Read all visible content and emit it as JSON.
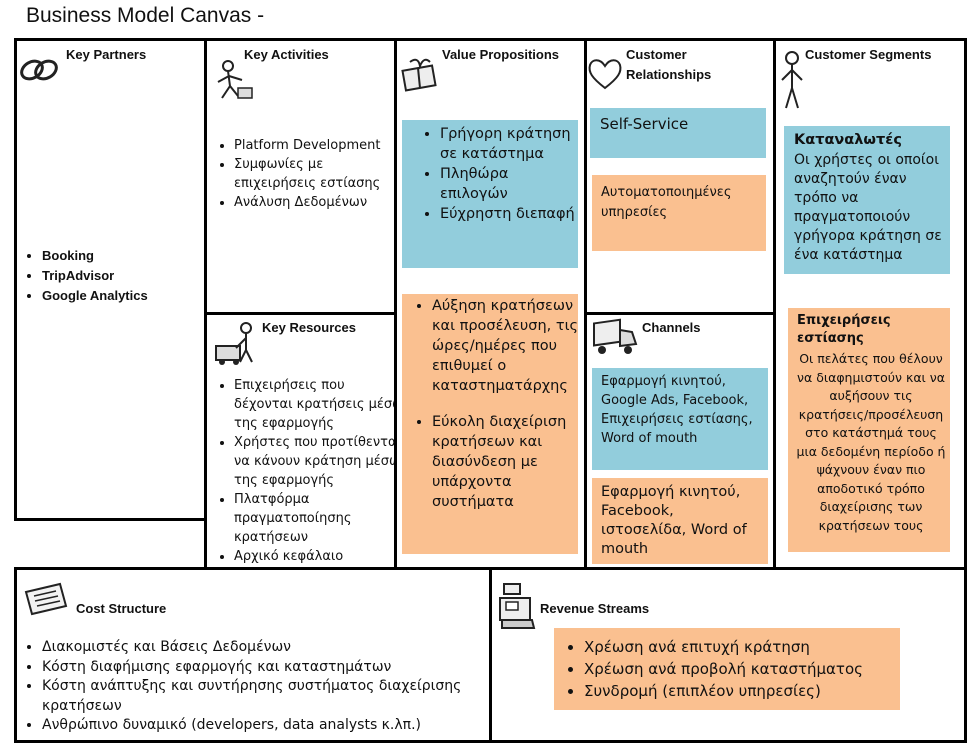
{
  "title": "Business Model Canvas -",
  "key_partners": {
    "heading": "Key Partners",
    "items": [
      "Booking",
      "TripAdvisor",
      "Google Analytics"
    ]
  },
  "key_activities": {
    "heading": "Key Activities",
    "items": [
      "Platform Development",
      "Συμφωνίες με επιχειρήσεις εστίασης",
      "Ανάλυση Δεδομένων"
    ]
  },
  "key_resources": {
    "heading": "Key Resources",
    "items": [
      "Επιχειρήσεις που δέχονται κρατήσεις μέσω της εφαρμογής",
      "Χρήστες που προτίθενται να κάνουν κράτηση μέσω της εφαρμογής",
      "Πλατφόρμα πραγματοποίησης κρατήσεων",
      "Αρχικό κεφάλαιο"
    ]
  },
  "value_propositions": {
    "heading": "Value Propositions",
    "blue_items": [
      "Γρήγορη κράτηση σε κατάστημα",
      "Πληθώρα επιλογών",
      "Εύχρηστη διεπαφή"
    ],
    "orange_items": [
      "Αύξηση κρατήσεων και προσέλευση, τις ώρες/ημέρες που επιθυμεί ο καταστηματάρχης",
      "Εύκολη διαχείριση κρατήσεων και διασύνδεση με υπάρχοντα συστήματα"
    ]
  },
  "customer_relationships": {
    "heading_line1": "Customer",
    "heading_line2": "Relationships",
    "blue_note": "Self-Service",
    "orange_note": "Αυτοματοποιημένες υπηρεσίες"
  },
  "channels": {
    "heading": "Channels",
    "blue_note": "Εφαρμογή κινητού, Google Ads, Facebook, Επιχειρήσεις εστίασης, Word of mouth",
    "orange_note": "Εφαρμογή κινητού, Facebook, ιστοσελίδα, Word of mouth"
  },
  "customer_segments": {
    "heading": "Customer Segments",
    "blue_title": "Καταναλωτές",
    "blue_text": "Οι χρήστες οι οποίοι αναζητούν έναν τρόπο να πραγματοποιούν γρήγορα κράτηση σε ένα κατάστημα",
    "orange_title": "Επιχειρήσεις εστίασης",
    "orange_text": "Οι πελάτες που θέλουν να διαφημιστούν και να αυξήσουν τις κρατήσεις/προσέλευση στο κατάστημά τους μια δεδομένη περίοδο ή ψάχνουν έναν πιο αποδοτικό τρόπο διαχείρισης των κρατήσεων τους"
  },
  "cost_structure": {
    "heading": "Cost Structure",
    "items": [
      "Διακομιστές και Βάσεις Δεδομένων",
      "Κόστη διαφήμισης εφαρμογής και καταστημάτων",
      "Κόστη ανάπτυξης και συντήρησης συστήματος διαχείρισης κρατήσεων",
      "Ανθρώπινο δυναμικό (developers, data analysts κ.λπ.)"
    ]
  },
  "revenue_streams": {
    "heading": "Revenue Streams",
    "items": [
      "Χρέωση ανά επιτυχή κράτηση",
      "Χρέωση ανά προβολή καταστήματος",
      "Συνδρομή (επιπλέον υπηρεσίες)"
    ]
  },
  "colors": {
    "blue_note": "#92cddc",
    "orange_note": "#fac090",
    "border": "#000000"
  }
}
